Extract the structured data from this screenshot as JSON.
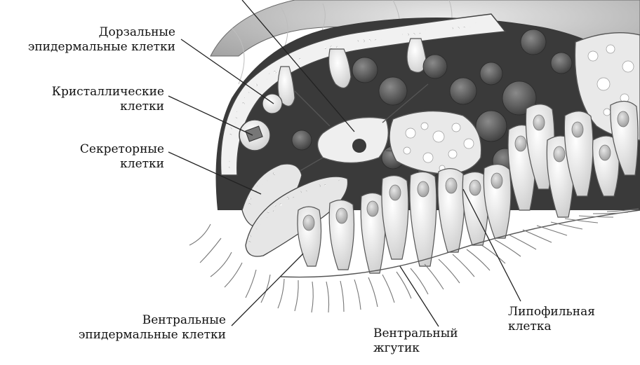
{
  "labels": {
    "dorsal": "Дорзальные\nэпидермальные клетки",
    "crystal": "Кристаллические\nклетки",
    "secretory": "Секреторные\nклетки",
    "ventral_epidermal": "Вентральные\nэпидермальные клетки",
    "ventral_flagellum": "Вентральный\nжгутик",
    "lipophilic": "Липофильная\nклетка"
  },
  "colors": {
    "text": "#111111",
    "leader_line": "#222222",
    "dark_interior": "#3a3a3a",
    "cell_fill": "#f2f2f2",
    "cell_outline": "#555555",
    "nucleus": "#c9c9c9"
  }
}
